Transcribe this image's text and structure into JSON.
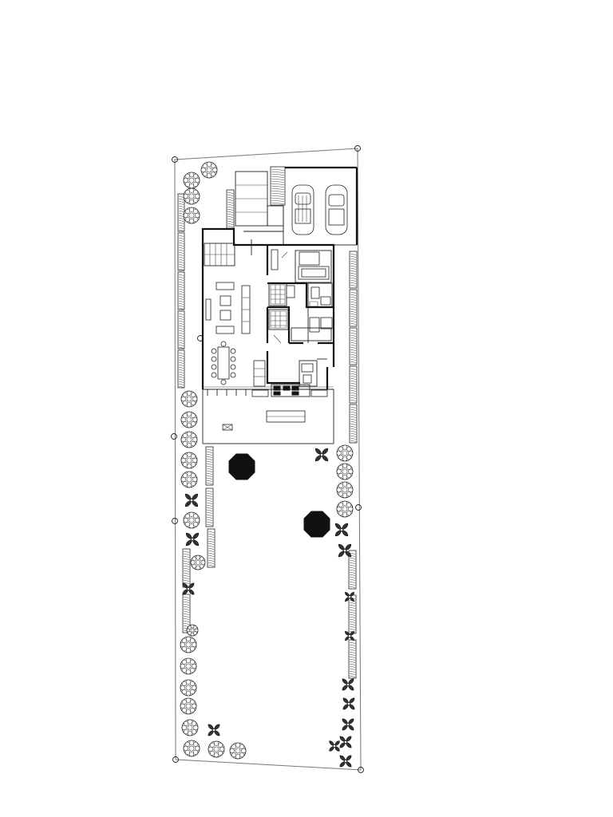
{
  "drawing": {
    "type": "site plan / floor plan",
    "line_color": "#111111",
    "background_color": "#ffffff"
  },
  "elements": {
    "site_boundary": "lot-boundary",
    "building": "house-floor-plan",
    "garage": "two-car-garage",
    "cars": [
      "car",
      "car"
    ],
    "rooms": [
      "living-room",
      "dining-room",
      "kitchen",
      "bedroom",
      "bathroom",
      "bathroom",
      "bedroom",
      "staircase"
    ],
    "outdoor": [
      "terrace",
      "garden-lawn"
    ],
    "vegetation_icons": [
      "shrub-icon",
      "palm-icon",
      "tree-canopy-icon",
      "hedge-icon"
    ]
  }
}
